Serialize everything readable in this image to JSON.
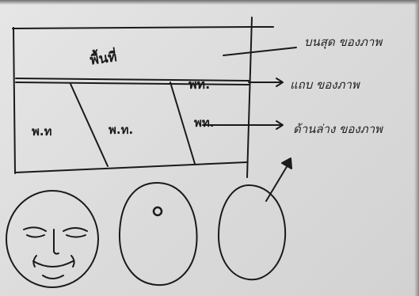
{
  "sketch": {
    "header_label": "พื้นที่",
    "band_label": "พท.",
    "cell_labels": [
      "พ.ท",
      "พ.ท.",
      "พท."
    ],
    "annotations": [
      "บนสุด ของภาพ",
      "แถบ ของภาพ",
      "ด้านล่าง ของภาพ"
    ],
    "shapes": [
      "face",
      "dot-oval",
      "pointed-oval"
    ],
    "ink_color": "#1a1a1a",
    "paper_color": "#dedede"
  }
}
